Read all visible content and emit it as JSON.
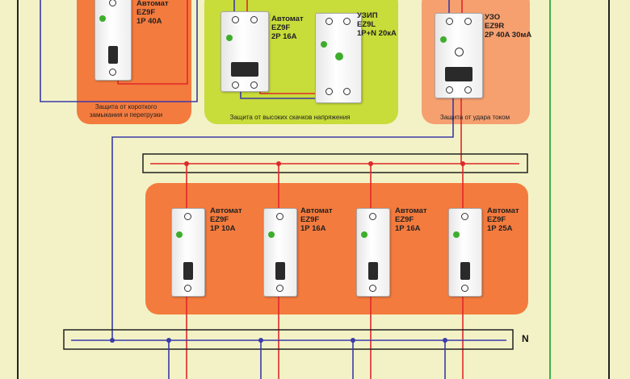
{
  "top_left_group": {
    "breaker_name": "Автомат",
    "breaker_model": "EZ9F",
    "breaker_rating": "1P 40A",
    "caption_line1": "Защита от короткого",
    "caption_line2": "замыкания и перегрузки"
  },
  "top_middle_group": {
    "breaker_name": "Автомат",
    "breaker_model": "EZ9F",
    "breaker_rating": "2P 16A",
    "spd_name": "УЗИП",
    "spd_model": "EZ9L",
    "spd_rating": "1P+N 20кА",
    "caption": "Защита от высоких скачков напряжения"
  },
  "top_right_group": {
    "rcd_name": "УЗО",
    "rcd_model": "EZ9R",
    "rcd_rating": "2P 40A 30мА",
    "caption": "Защита от удара током"
  },
  "branch_breakers": [
    {
      "name": "Автомат",
      "model": "EZ9F",
      "rating": "1P 10A"
    },
    {
      "name": "Автомат",
      "model": "EZ9F",
      "rating": "1P 16A"
    },
    {
      "name": "Автомат",
      "model": "EZ9F",
      "rating": "1P 16A"
    },
    {
      "name": "Автомат",
      "model": "EZ9F",
      "rating": "1P 25A"
    }
  ],
  "neutral_bus_label": "N",
  "colors": {
    "background": "#f3f2c6",
    "orange_panel": "#f47b3e",
    "green_panel": "#c8dc3a",
    "phase_wire": "#e0282a",
    "neutral_wire": "#3a3aa8",
    "earth_wire": "#3fae4a",
    "enclosure": "#222222"
  }
}
